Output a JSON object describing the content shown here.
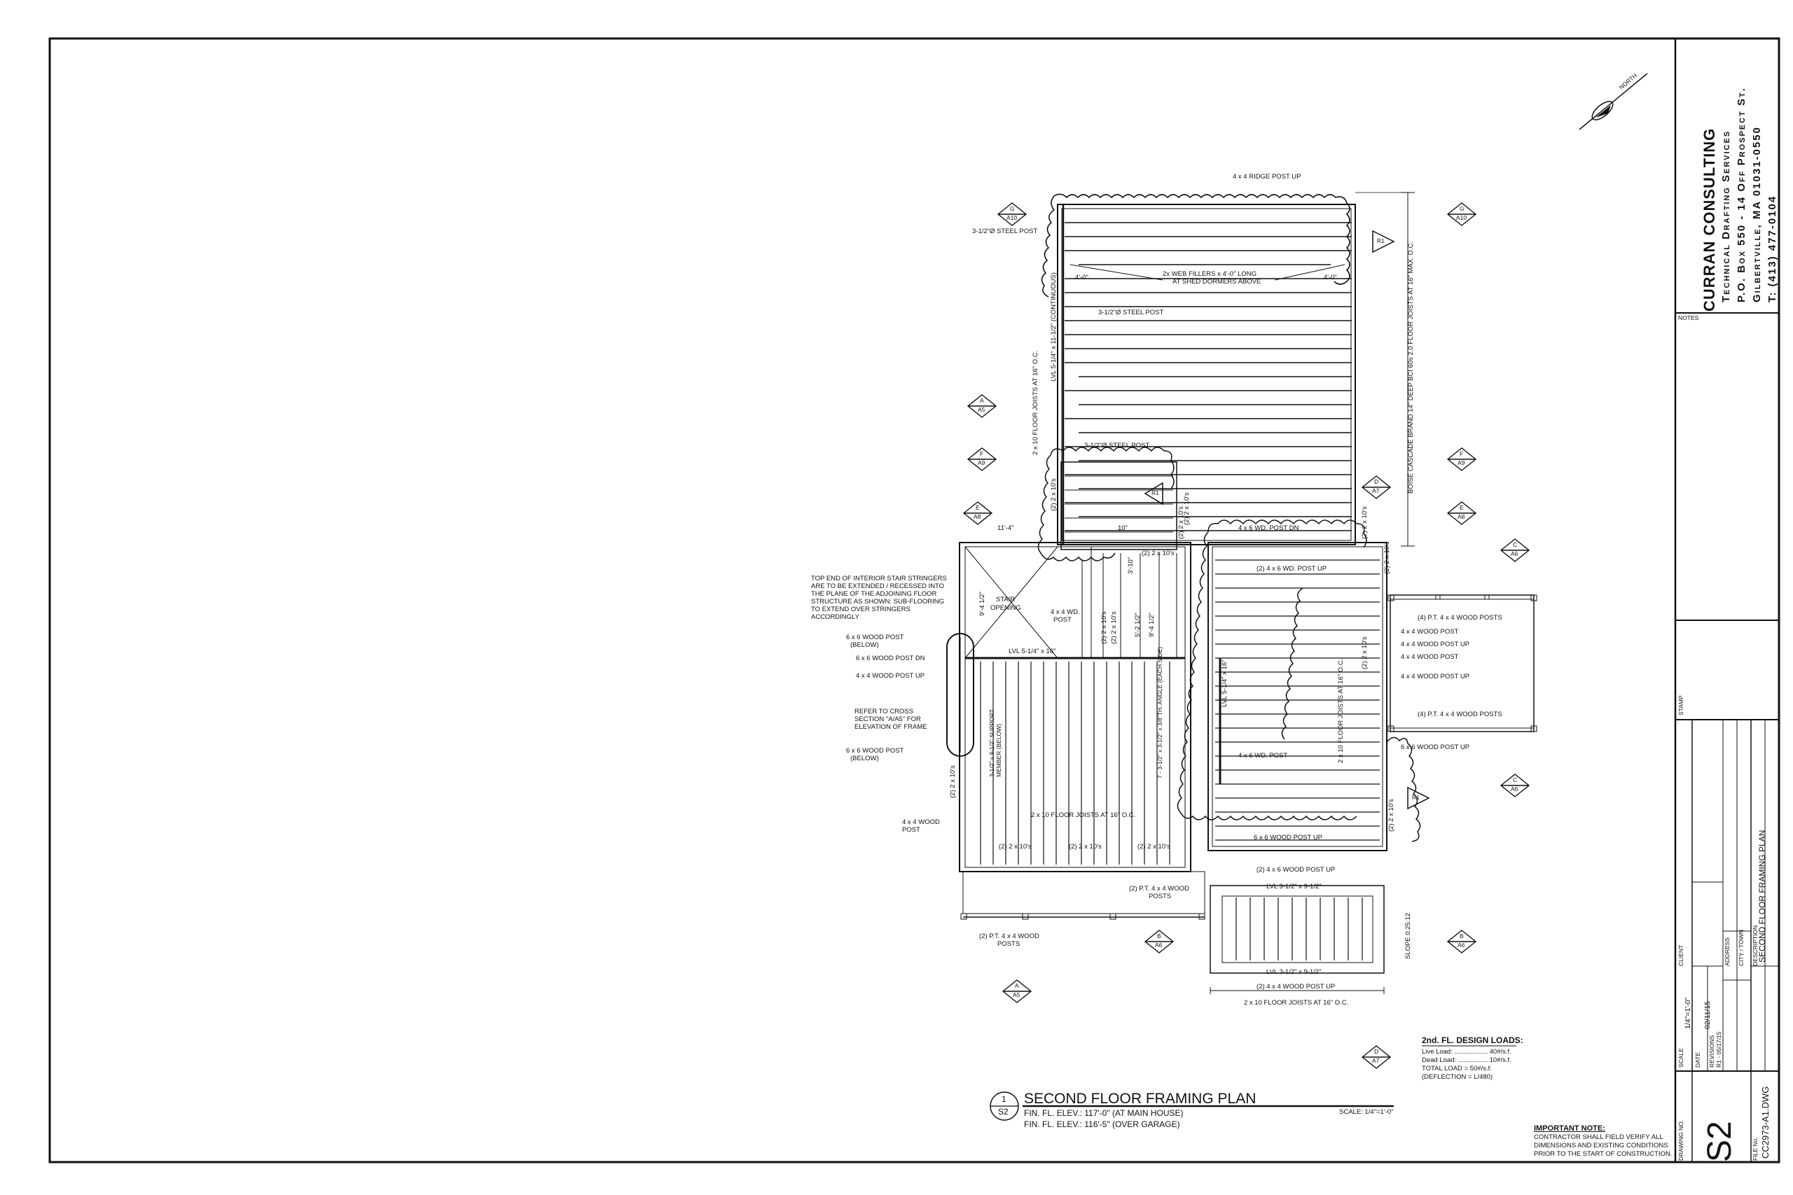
{
  "title_block": {
    "company": "Curran Consulting",
    "lines": [
      "Technical Drafting Services",
      "P.O. Box 550 - 14 Off Prospect St.",
      "Gilbertville, MA 01031-0550",
      "T: (413) 477-0104"
    ],
    "notes_label": "NOTES",
    "stamp_label": "STAMP",
    "client_label": "CLIENT",
    "address_label": "ADDRESS",
    "city_label": "CITY / TOWN",
    "description_label": "DESCRIPTION",
    "description": "SECOND FLOOR FRAMING PLAN",
    "scale_label": "SCALE",
    "scale": "1/4\"=1'-0\"",
    "date_label": "DATE",
    "date": "02/11/15",
    "revisions_label": "REVISIONS",
    "revision": "R1 - 05/17/15",
    "drawing_no_label": "DRAWING NO.",
    "drawing_no": "S2",
    "file_no_label": "FILE No.",
    "file_no": "CC2973-A1.DWG"
  },
  "plan": {
    "north": "NORTH",
    "title_num": "1",
    "title_sheet": "S2",
    "title": "SECOND FLOOR FRAMING PLAN",
    "elev1": "FIN. FL. ELEV.: 117'-0\" (AT MAIN HOUSE)",
    "elev2": "FIN. FL. ELEV.: 116'-5\" (OVER GARAGE)",
    "scale": "SCALE: 1/4\"=1'-0\"",
    "design_loads": {
      "title": "2nd. FL. DESIGN LOADS:",
      "live": "Live Load: .................. 40#/s.f.",
      "dead": "Dead Load: ................ 10#/s.f.",
      "total": "TOTAL LOAD    =    50#/s.f.",
      "deflection": "(DEFLECTION = L/480)"
    },
    "important": {
      "title": "IMPORTANT NOTE:",
      "l1": "CONTRACTOR SHALL FIELD VERIFY ALL",
      "l2": "DIMENSIONS AND EXISTING CONDITIONS",
      "l3": "PRIOR TO THE START OF CONSTRUCTION."
    },
    "stair_note": [
      "TOP END OF INTERIOR STAIR STRINGERS",
      "ARE TO BE EXTENDED / RECESSED INTO",
      "THE PLANE OF THE ADJOINING FLOOR",
      "STRUCTURE AS SHOWN: SUB-FLOORING",
      "TO EXTEND OVER STRINGERS",
      "ACCORDINGLY"
    ],
    "labels": {
      "ridge_post": "4 x 4 RIDGE POST UP",
      "steel_post_1": "3-1/2\"Ø STEEL POST",
      "steel_post_2": "3-1/2\"Ø STEEL POST",
      "steel_post_3": "3-1/2\"Ø STEEL POST",
      "web_fillers_1": "2x WEB FILLERS x 4'-0\" LONG",
      "web_fillers_2": "AT SHED DORMERS ABOVE",
      "dim_4ft_left": "4'-0\"",
      "dim_4ft_right": "4'-0\"",
      "lvl_continuous": "LVL 5-1/4\" x 11-1/2\" (CONTINUOUS)",
      "joists_16_left": "2 x 10 FLOOR JOISTS AT 16\" O.C.",
      "boise_joists": "BOISE CASCADE BRAND 14\" DEEP BCI 60s 2.0 FLOOR JOISTS AT 16\" MAX. O.C.",
      "two_2x10_a": "(2) 2 x 10's",
      "two_2x10_b": "(2) 2 x 10's",
      "two_2x10_c": "(2) 2 x 10's",
      "two_2x10_d": "(2) 2 x 10's",
      "dim_11_4": "11'-4\"",
      "dim_10": "10\"",
      "two_2x10_e": "(2) 2 x 10's",
      "wd_post_dn": "4 x 6 WD. POST DN",
      "wd_post_up": "(2) 4 x 6 WD. POST UP",
      "stair_opening_1": "STAIR",
      "stair_opening_2": "OPENING",
      "wd_post_44_1": "4 x 4 WD.",
      "wd_post_44_2": "POST",
      "dim_3_10": "3'-10\"",
      "dim_9_4": "9'-4 1/2\"",
      "dim_9_4b": "9'-4 1/2\"",
      "dim_5_2": "5'-2 1/2\"",
      "two_2x10_v1": "(2) 2 x 10's",
      "two_2x10_v2": "(2) 2 x 10's",
      "lvl_16": "LVL 5-1/4\" x 16\"",
      "lvl_16_v": "LVL 5-1/4\" x 16\"",
      "post66_below_1": "6 x 6 WOOD POST",
      "post66_below_2": "(BELOW)",
      "post66_dn": "6 x 6 WOOD POST DN",
      "post44_up": "4 x 4 WOOD POST UP",
      "refer_1": "REFER TO CROSS",
      "refer_2": "SECTION \"A/A5\" FOR",
      "refer_3": "ELEVATION OF FRAME",
      "post66_below2_1": "6 x 6 WOOD POST",
      "post66_below2_2": "(BELOW)",
      "support_member": "3-1/2\" x 9-1/2\" SUPPORT MEMBER (BELOW)",
      "angle_note": "7 - 3-1/2\" x 3-1/2\" x 3/8\"TH. ANGLE (EACH SIDE)",
      "two_2x10_v3": "(2) 2 x 10's",
      "post44_1": "4 x 4 WOOD",
      "post44_2": "POST",
      "joists_16_mid": "2 x 10 FLOOR JOISTS AT 16\" O.C.",
      "two_2x10_b1": "(2) 2 x 10's",
      "two_2x10_b2": "(2) 2 x 10's",
      "two_2x10_b3": "(2) 2 x 10's",
      "pt_posts_mid_1": "(2) P.T. 4 x 4 WOOD",
      "pt_posts_mid_2": "POSTS",
      "pt_posts_low_1": "(2) P.T. 4 x 4 WOOD",
      "pt_posts_low_2": "POSTS",
      "pt4_top": "(4) P.T. 4 x 4 WOOD POSTS",
      "post44_a": "4 x 4 WOOD POST",
      "post44_up_a": "4 x 4 WOOD POST UP",
      "post44_b": "4 x 4 WOOD POST",
      "post44_up_b": "4 x 4 WOOD POST UP",
      "pt4_bot": "(4) P.T. 4 x 4 WOOD POSTS",
      "post66_up_r": "6 x 6 WOOD POST UP",
      "joists_16_right": "2 x 10 FLOOR JOISTS AT 16\" O.C.",
      "two_2x10_r1": "(2) 2 x 10's",
      "two_2x10_r2": "(2) 2 x 10's",
      "two_2x10_r3": "(2) 2 x 10's",
      "wd_post_46": "4 x 6 WD. POST",
      "post66_up_b": "6 x 6 WOOD POST UP",
      "post46_up": "(2) 4 x 6 WOOD POST UP",
      "lvl_95_top": "LVL 3-1/2\" x 9-1/2\"",
      "slope": "SLOPE 0.25:12",
      "lvl_95_bot": "LVL 3-1/2\" x 9-1/2\"",
      "post44_up_bot": "(2) 4 x 4 WOOD POST UP",
      "joists_16_bot": "2 x 10 FLOOR JOISTS AT 16\" O.C."
    },
    "section_marks": [
      {
        "letter": "G",
        "sheet": "A10"
      },
      {
        "letter": "G",
        "sheet": "A10"
      },
      {
        "letter": "A",
        "sheet": "A5"
      },
      {
        "letter": "F",
        "sheet": "A9"
      },
      {
        "letter": "F",
        "sheet": "A9"
      },
      {
        "letter": "E",
        "sheet": "A8"
      },
      {
        "letter": "E",
        "sheet": "A8"
      },
      {
        "letter": "D",
        "sheet": "A7"
      },
      {
        "letter": "C",
        "sheet": "A6"
      },
      {
        "letter": "C",
        "sheet": "A6"
      },
      {
        "letter": "B",
        "sheet": "A6"
      },
      {
        "letter": "B",
        "sheet": "A6"
      },
      {
        "letter": "A",
        "sheet": "A5"
      },
      {
        "letter": "D",
        "sheet": "A7"
      }
    ],
    "revision_tags": [
      "R1",
      "R1",
      "R1"
    ]
  }
}
